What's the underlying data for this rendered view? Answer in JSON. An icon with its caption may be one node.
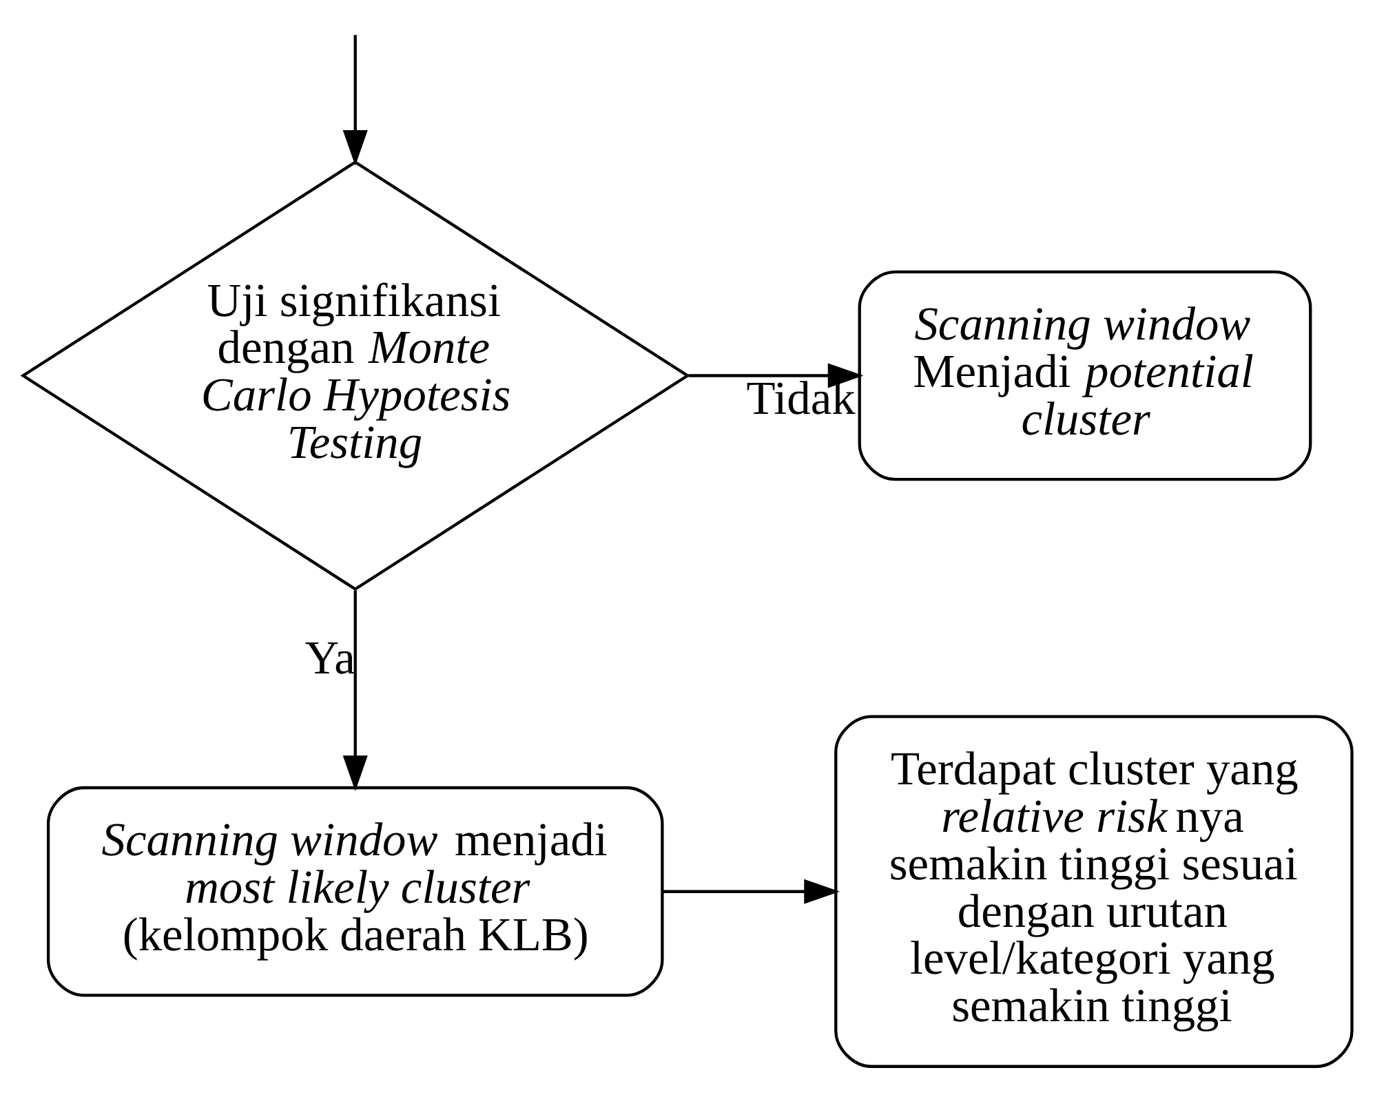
{
  "diagram": {
    "nodes": [
      {
        "text": [
          "Uji signifikansi dengan *Monte Carlo Hypotesis Testing*"
        ]
      },
      {
        "text": [
          "*Scanning window* Menjadi *potential cluster*"
        ]
      },
      {
        "text": [
          "*Scanning window* menjadi *most likely cluster* (kelompok daerah KLB)"
        ]
      },
      {
        "text": [
          "Terdapat cluster yang *relative risk* nya semakin tinggi sesuai dengan urutan level/kategori yang semakin tinggi"
        ]
      }
    ],
    "edges": [
      {
        "from": null,
        "to": 0,
        "arrow": "to"
      },
      {
        "from": 0,
        "to": 1,
        "arrow": "to",
        "label": "Tidak"
      },
      {
        "from": 0,
        "to": 2,
        "arrow": "to",
        "label": "Ya"
      },
      {
        "from": 2,
        "to": 3,
        "arrow": "to"
      }
    ]
  }
}
